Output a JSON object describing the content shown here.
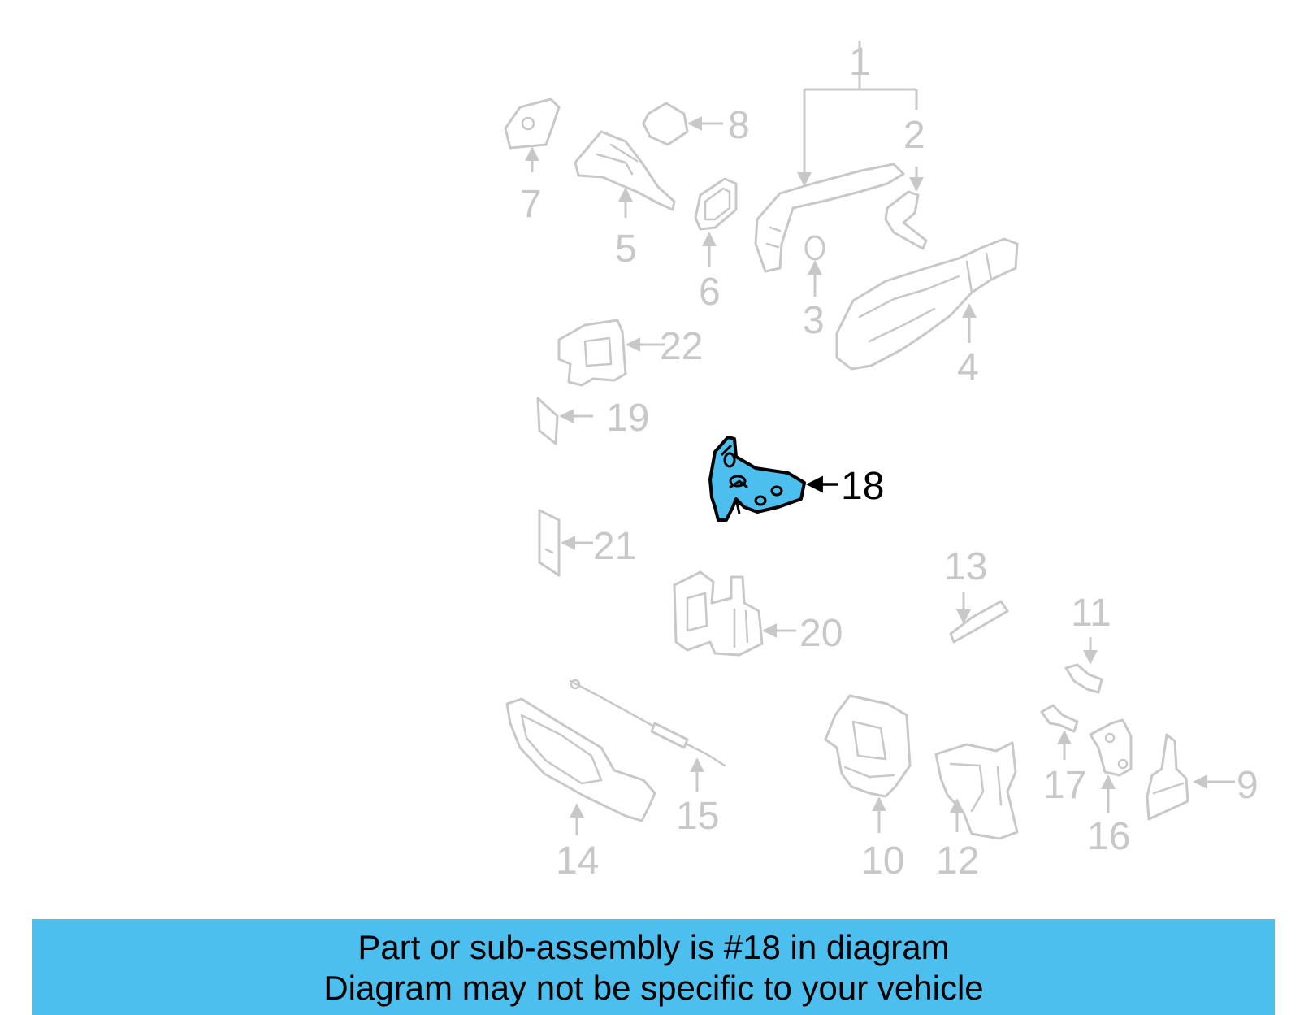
{
  "diagram": {
    "highlight_color": "#4cbfef",
    "part_line_color": "#c8c8c8",
    "highlighted_part": "18",
    "callouts": {
      "c1": "1",
      "c2": "2",
      "c3": "3",
      "c4": "4",
      "c5": "5",
      "c6": "6",
      "c7": "7",
      "c8": "8",
      "c9": "9",
      "c10": "10",
      "c11": "11",
      "c12": "12",
      "c13": "13",
      "c14": "14",
      "c15": "15",
      "c16": "16",
      "c17": "17",
      "c18": "18",
      "c19": "19",
      "c20": "20",
      "c21": "21",
      "c22": "22"
    }
  },
  "banner": {
    "line1": "Part or sub-assembly is #18 in diagram",
    "line2": "Diagram may not be specific to your vehicle"
  }
}
